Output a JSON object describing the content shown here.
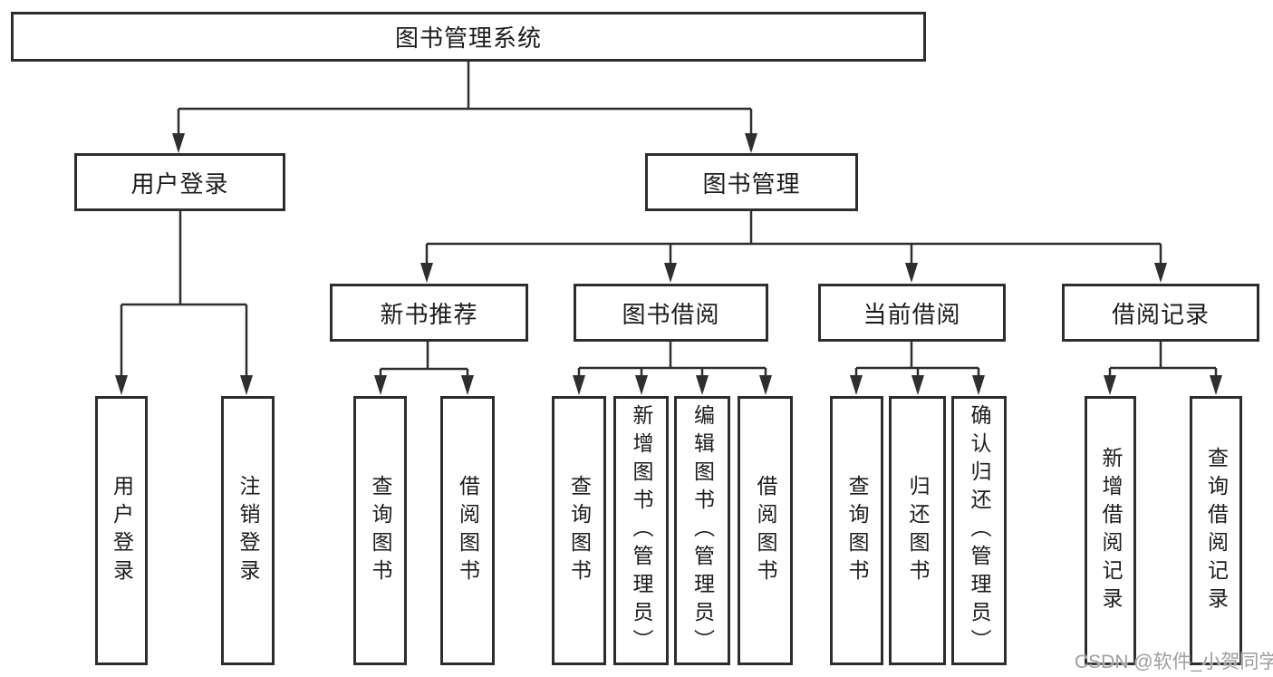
{
  "diagram": {
    "type": "hierarchy-tree",
    "title": "图书管理系统",
    "watermark": "CSDN @软件_小贺同学",
    "colors": {
      "background": "#ffffff",
      "box_fill": "#ffffff",
      "box_border": "#2d2d2d",
      "line": "#2e2e2e",
      "text": "#1c1c1c",
      "watermark_text": "#9e9e9e"
    },
    "tree": {
      "label": "图书管理系统",
      "children": [
        {
          "label": "用户登录",
          "children": [
            {
              "label": "用户登录"
            },
            {
              "label": "注销登录"
            }
          ]
        },
        {
          "label": "图书管理",
          "children": [
            {
              "label": "新书推荐",
              "children": [
                {
                  "label": "查询图书"
                },
                {
                  "label": "借阅图书"
                }
              ]
            },
            {
              "label": "图书借阅",
              "children": [
                {
                  "label": "查询图书"
                },
                {
                  "label": "新增图书（管理员）"
                },
                {
                  "label": "编辑图书（管理员）"
                },
                {
                  "label": "借阅图书"
                }
              ]
            },
            {
              "label": "当前借阅",
              "children": [
                {
                  "label": "查询图书"
                },
                {
                  "label": "归还图书"
                },
                {
                  "label": "确认归还（管理员）"
                }
              ]
            },
            {
              "label": "借阅记录",
              "children": [
                {
                  "label": "新增借阅记录"
                },
                {
                  "label": "查询借阅记录"
                }
              ]
            }
          ]
        }
      ]
    }
  }
}
